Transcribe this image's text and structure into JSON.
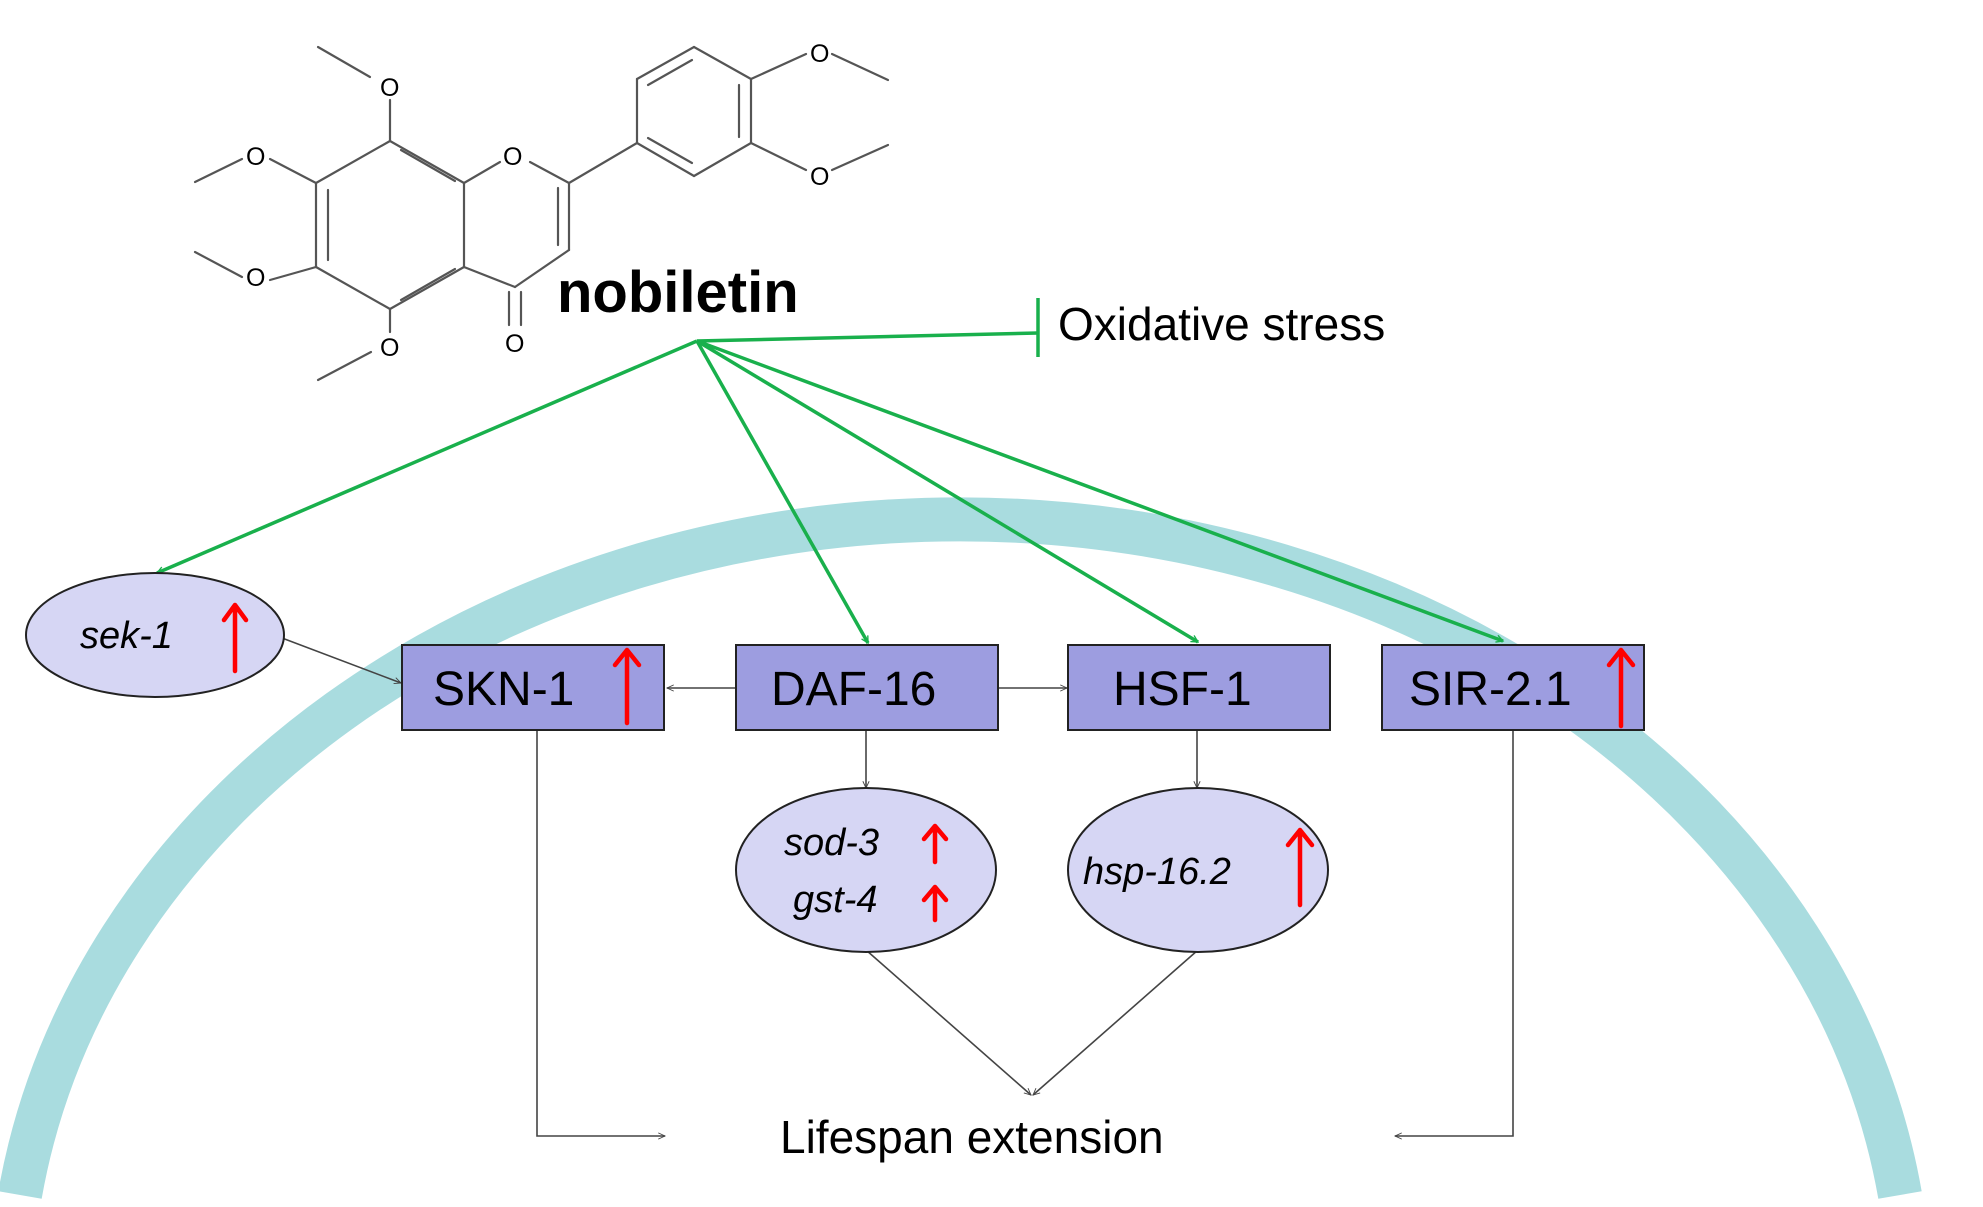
{
  "compound": {
    "name": "nobiletin",
    "atom_O": "O"
  },
  "effects": {
    "inhibited": "Oxidative stress",
    "outcome": "Lifespan extension"
  },
  "nodes": {
    "sek1": "sek-1",
    "skn1": "SKN-1",
    "daf16": "DAF-16",
    "hsf1": "HSF-1",
    "sir21": "SIR-2.1",
    "sod3": "sod-3",
    "gst4": "gst-4",
    "hsp162": "hsp-16.2"
  },
  "colors": {
    "membrane": "#a9dcdf",
    "box_fill": "#9d9de0",
    "ellipse_fill": "#d6d6f4",
    "activation_arrow": "#19b04c",
    "upregulation": "#ff0000"
  }
}
